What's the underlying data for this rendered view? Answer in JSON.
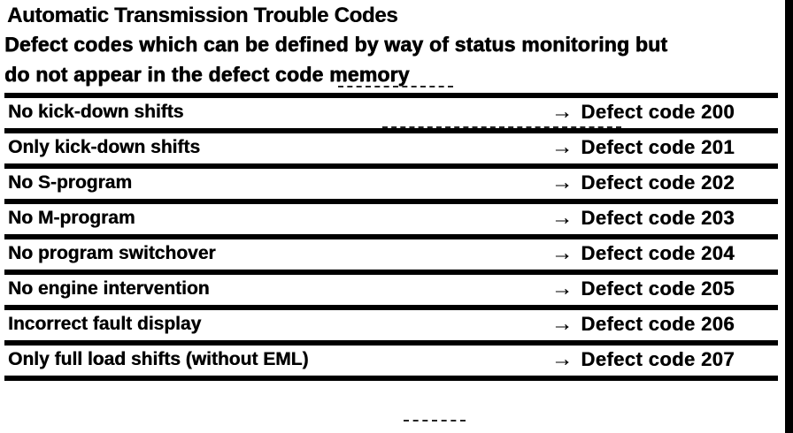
{
  "header": {
    "title": "Automatic Transmission Trouble Codes",
    "subtitle_line1": "Defect codes which can be defined by way of status monitoring but",
    "subtitle_line2": "do not appear in the defect code memory"
  },
  "table": {
    "arrow": "→",
    "rows": [
      {
        "symptom": "No kick-down shifts",
        "code": "Defect code 200"
      },
      {
        "symptom": "Only kick-down shifts",
        "code": "Defect code 201"
      },
      {
        "symptom": "No S-program",
        "code": "Defect code 202"
      },
      {
        "symptom": "No M-program",
        "code": "Defect code 203"
      },
      {
        "symptom": "No program switchover",
        "code": "Defect code 204"
      },
      {
        "symptom": "No engine intervention",
        "code": "Defect code 205"
      },
      {
        "symptom": "Incorrect fault display",
        "code": "Defect code 206"
      },
      {
        "symptom": "Only full load shifts (without EML)",
        "code": "Defect code 207"
      }
    ]
  },
  "colors": {
    "ink": "#000000",
    "paper": "#ffffff"
  }
}
